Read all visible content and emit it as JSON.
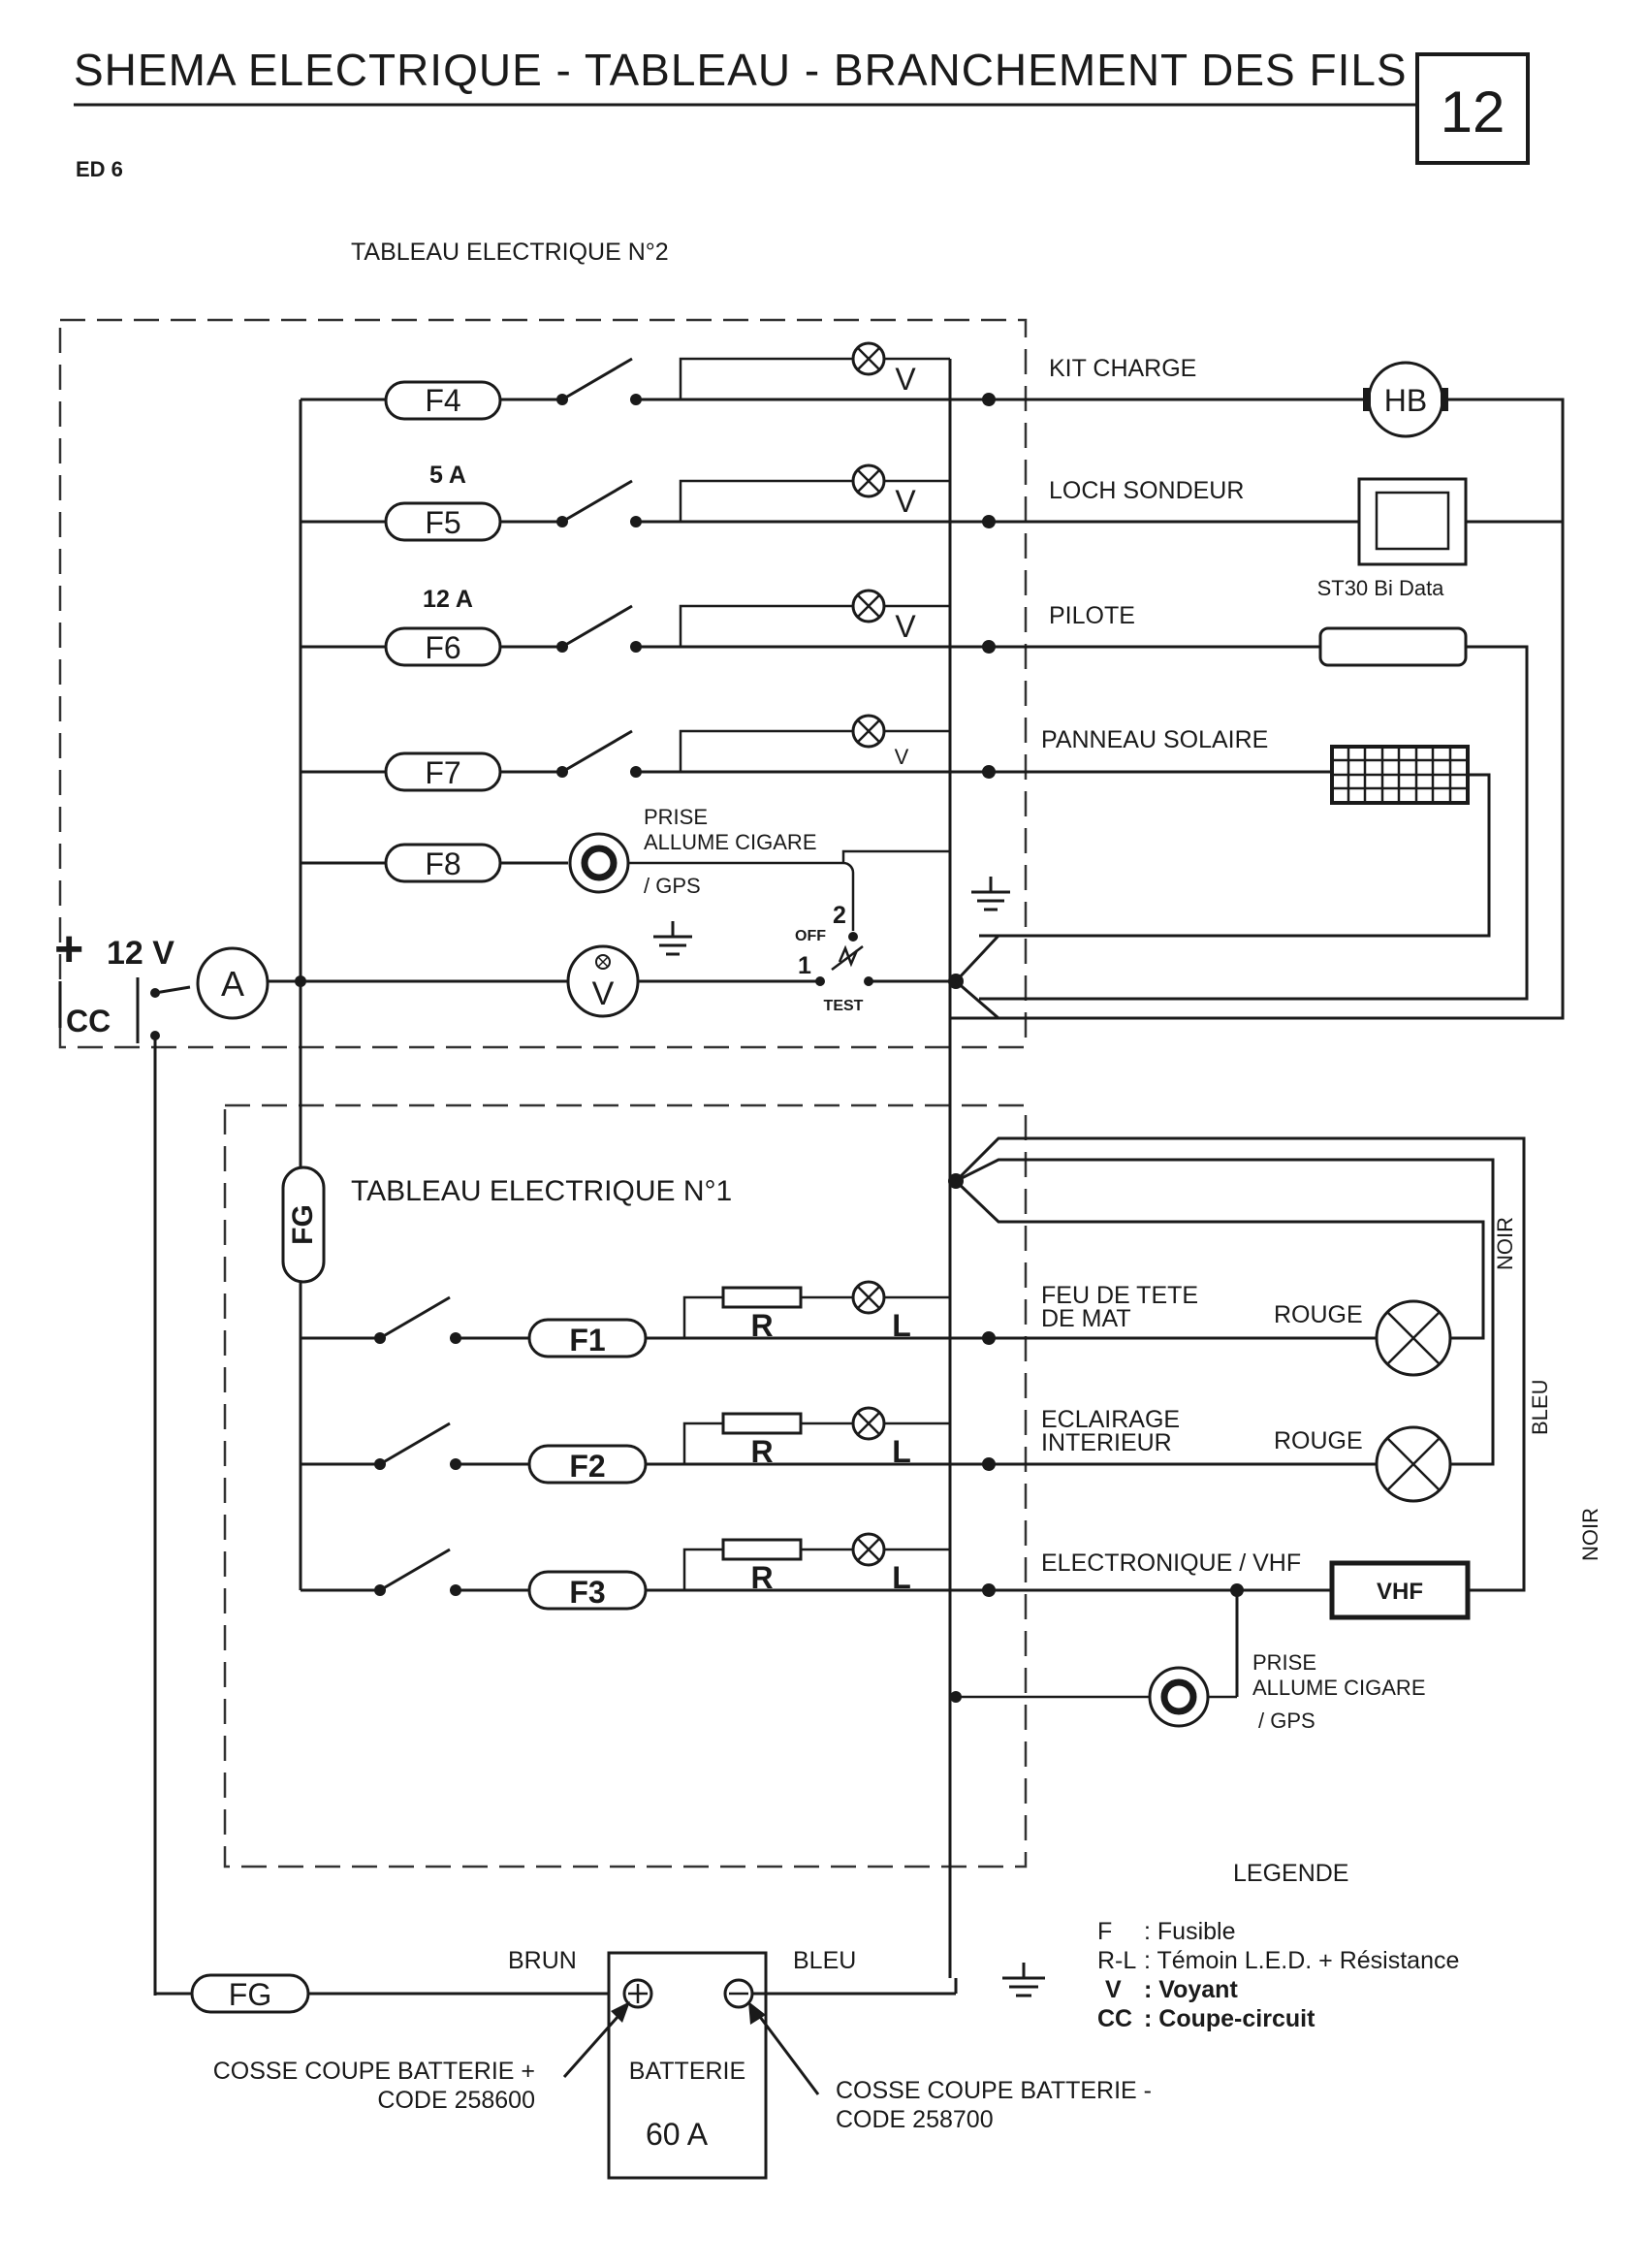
{
  "header": {
    "title": "SHEMA ELECTRIQUE - TABLEAU - BRANCHEMENT DES FILS",
    "page_number": "12",
    "model": "ED 6"
  },
  "panel2": {
    "title": "TABLEAU ELECTRIQUE N°2",
    "rows": [
      {
        "fuse": "F4",
        "rating": "",
        "lamp": "V",
        "label": "KIT CHARGE",
        "device": "HB",
        "device_caption": ""
      },
      {
        "fuse": "F5",
        "rating": "5 A",
        "lamp": "V",
        "label": "LOCH SONDEUR",
        "device": "",
        "device_caption": "ST30 Bi Data"
      },
      {
        "fuse": "F6",
        "rating": "12 A",
        "lamp": "V",
        "label": "PILOTE",
        "device": "",
        "device_caption": ""
      },
      {
        "fuse": "F7",
        "rating": "",
        "lamp": "V",
        "label": "PANNEAU SOLAIRE",
        "device": "",
        "device_caption": ""
      }
    ],
    "socket": {
      "fuse": "F8",
      "line1": "PRISE",
      "line2": "ALLUME CIGARE",
      "line3": "/ GPS"
    },
    "test_switch": {
      "pos2": "2",
      "off": "OFF",
      "pos1": "1",
      "test": "TEST"
    },
    "voltmeter": "V",
    "ammeter": "A"
  },
  "supply": {
    "plus": "+",
    "voltage": "12 V",
    "breaker": "CC",
    "main_fuse": "FG"
  },
  "panel1": {
    "title": "TABLEAU ELECTRIQUE  N°1",
    "main_fuse": "FG",
    "rows": [
      {
        "fuse": "F1",
        "resistor": "R",
        "led": "L",
        "label1": "FEU DE TETE",
        "label2": "DE MAT",
        "color": "ROUGE"
      },
      {
        "fuse": "F2",
        "resistor": "R",
        "led": "L",
        "label1": "ECLAIRAGE",
        "label2": "INTERIEUR",
        "color": "ROUGE"
      },
      {
        "fuse": "F3",
        "resistor": "R",
        "led": "L",
        "label1": "ELECTRONIQUE / VHF",
        "label2": "",
        "color": ""
      }
    ],
    "vhf": "VHF",
    "socket": {
      "line1": "PRISE",
      "line2": "ALLUME CIGARE",
      "line3": "/ GPS"
    },
    "wire_colors": {
      "noir_top": "NOIR",
      "bleu": "BLEU",
      "noir_right": "NOIR"
    }
  },
  "battery": {
    "label": "BATTERIE",
    "capacity": "60 A",
    "plus_wire": "BRUN",
    "minus_wire": "BLEU",
    "fuse": "FG",
    "cosse_plus_line1": "COSSE COUPE BATTERIE +",
    "cosse_plus_line2": "CODE 258600",
    "cosse_minus_line1": "COSSE COUPE BATTERIE -",
    "cosse_minus_line2": "CODE 258700"
  },
  "legend": {
    "title": "LEGENDE",
    "items": [
      {
        "key": "F",
        "text": ": Fusible"
      },
      {
        "key": "R-L",
        "text": ": Témoin L.E.D. + Résistance"
      },
      {
        "key": "V",
        "text": ":  Voyant"
      },
      {
        "key": "CC",
        "text": ": Coupe-circuit"
      }
    ]
  }
}
